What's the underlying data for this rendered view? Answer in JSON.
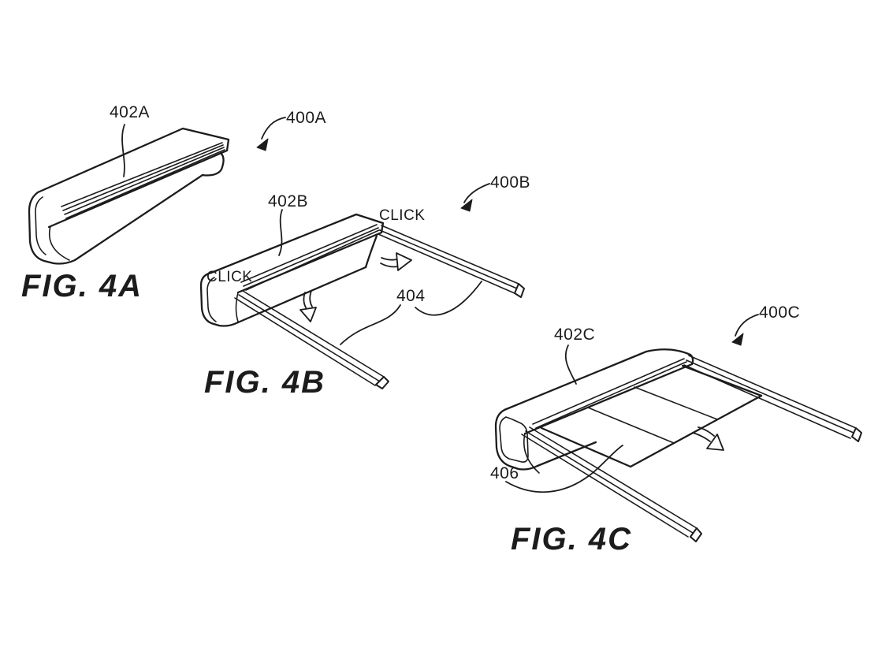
{
  "sheet": {
    "background": "#ffffff",
    "ink": "#1c1c1c"
  },
  "figures": {
    "fig4a": {
      "caption": "FIG. 4A",
      "ref_device": "402A",
      "ref_assembly": "400A"
    },
    "fig4b": {
      "caption": "FIG. 4B",
      "ref_device": "402B",
      "ref_assembly": "400B",
      "ref_rails": "404",
      "click_left": "CLICK",
      "click_right": "CLICK"
    },
    "fig4c": {
      "caption": "FIG. 4C",
      "ref_device": "402C",
      "ref_assembly": "400C",
      "ref_display": "406"
    }
  },
  "icons": {
    "leader_arrowhead": "solid-triangle-pointer",
    "fig4b_arrow_down": "hollow-curved-arrow-down",
    "fig4b_arrow_right": "hollow-curved-arrow-right",
    "fig4c_unroll_arrow": "hollow-arrow-down-right"
  }
}
